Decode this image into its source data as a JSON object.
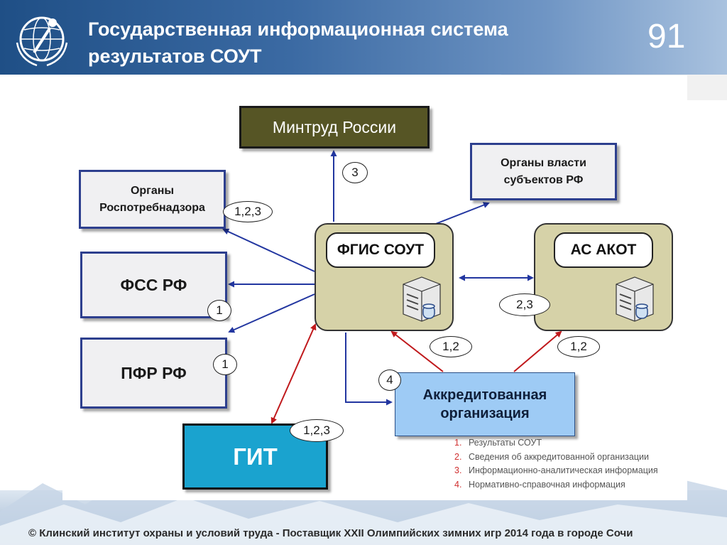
{
  "header": {
    "title_line1": "Государственная информационная система",
    "title_line2": "результатов СОУТ",
    "page_number": "91"
  },
  "nodes": {
    "mintrud": "Минтруд России",
    "organy_vlasti": "Органы власти субъектов РФ",
    "rospotrebnadzor": "Органы Роспотребнадзора",
    "fss": "ФСС РФ",
    "pfr": "ПФР РФ",
    "fgis": "ФГИС СОУТ",
    "as_akot": "АС АКОТ",
    "git": "ГИТ",
    "accredited": "Аккредитованная организация"
  },
  "labels": {
    "to_mintrud": "3",
    "to_rospotrebnadzor": "1,2,3",
    "to_fss": "1",
    "to_pfr": "1",
    "fgis_akot": "2,3",
    "accr_to_fgis": "1,2",
    "accr_to_akot": "1,2",
    "accredited_number": "4",
    "git": "1,2,3"
  },
  "legend": [
    {
      "num": "1.",
      "text": "Результаты СОУТ"
    },
    {
      "num": "2.",
      "text": "Сведения об аккредитованной организации"
    },
    {
      "num": "3.",
      "text": "Информационно-аналитическая информация"
    },
    {
      "num": "4.",
      "text": "Нормативно-справочная информация"
    }
  ],
  "footer": "© Клинский институт охраны и условий труда - Поставщик XXII Олимпийских зимних игр 2014 года в городе Сочи",
  "colors": {
    "header_blue": "#1f4f86",
    "box_border_blue": "#2d3f8e",
    "mintrud_olive": "#565525",
    "fgis_fill": "#d6d2a8",
    "git_cyan": "#1aa3cf",
    "accredited_fill": "#9ecbf5",
    "arrow_blue": "#2236a0",
    "arrow_red": "#c0191c"
  }
}
